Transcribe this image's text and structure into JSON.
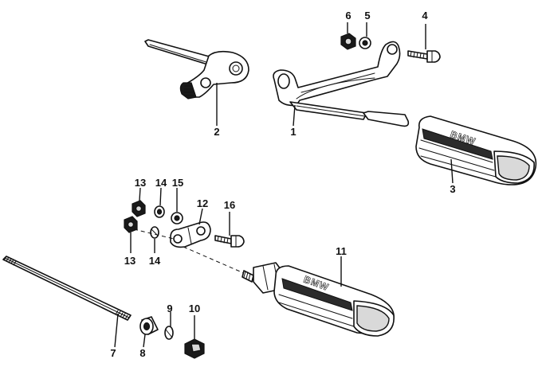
{
  "callouts": {
    "c1": "1",
    "c2": "2",
    "c3": "3",
    "c4": "4",
    "c5": "5",
    "c6": "6",
    "c7": "7",
    "c8": "8",
    "c9": "9",
    "c10": "10",
    "c11": "11",
    "c12": "12",
    "c13a": "13",
    "c13b": "13",
    "c14a": "14",
    "c14b": "14",
    "c15": "15",
    "c16": "16"
  },
  "logos": {
    "upper_rubber": "BMW",
    "lower_rubber": "BMW"
  }
}
